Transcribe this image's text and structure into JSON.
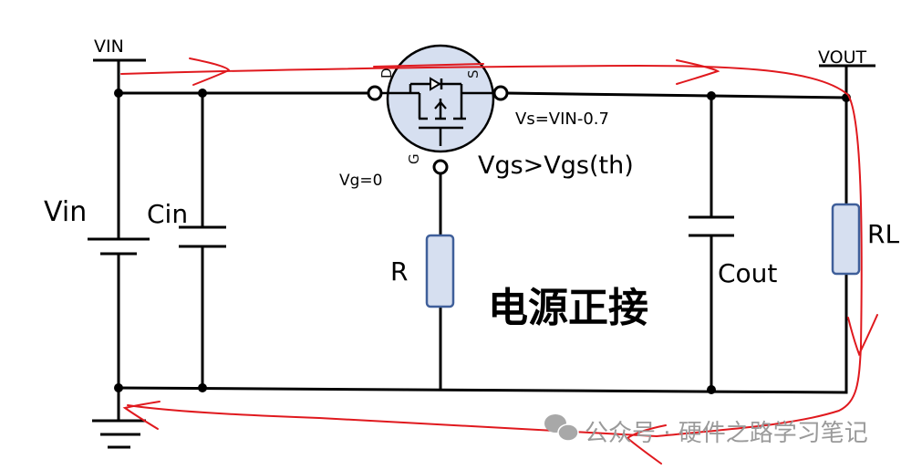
{
  "diagram": {
    "title": "电源正接",
    "nets": {
      "vin": "VIN",
      "vout": "VOUT"
    },
    "components": {
      "source": "Vin",
      "cin": "Cin",
      "cout": "Cout",
      "r": "R",
      "rl": "RL",
      "mosfet": {
        "drain": "D",
        "source": "S",
        "gate": "G"
      }
    },
    "annotations": {
      "vs": "Vs=VIN-0.7",
      "vg": "Vg=0",
      "vgs": "Vgs>Vgs(th)"
    },
    "colors": {
      "wire": "#000000",
      "current_path": "#e0191e",
      "component_fill": "#d6dff0",
      "component_stroke": "#3f5f9a"
    }
  },
  "watermark": {
    "text": "公众号 · 硬件之路学习笔记",
    "icon": "wechat-icon"
  }
}
